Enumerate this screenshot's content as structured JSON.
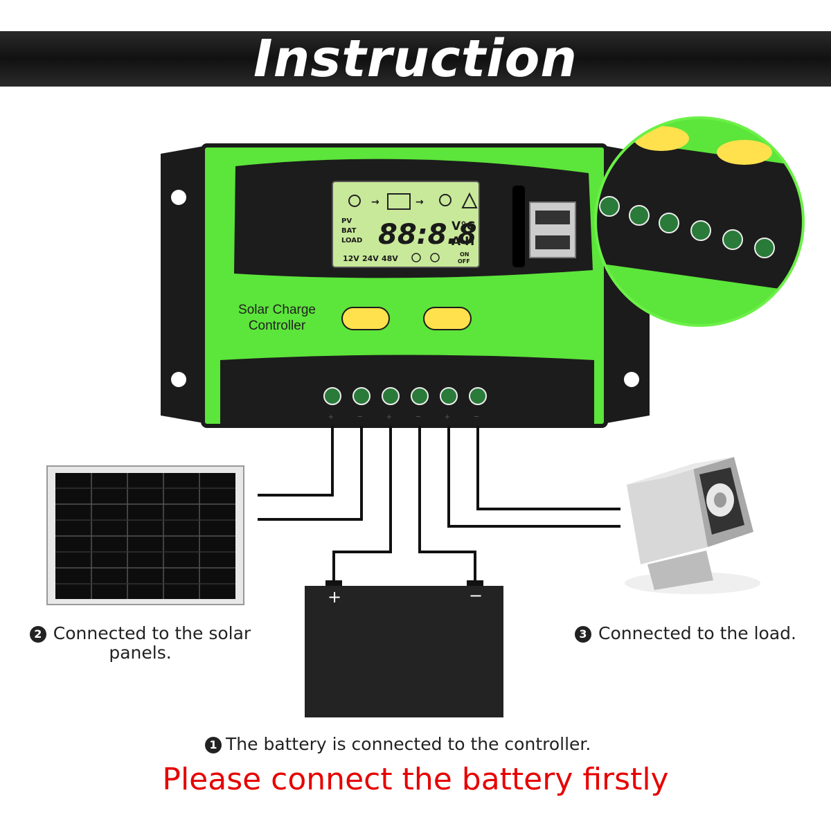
{
  "header": {
    "title": "Instruction"
  },
  "controller": {
    "label_line1": "Solar Charge",
    "label_line2": "Controller",
    "lcd": {
      "row_labels": [
        "PV",
        "BAT",
        "LOAD"
      ],
      "digits": "88:8.8",
      "unit_top": "V°C",
      "unit_bottom": "A H",
      "voltages": [
        "12V",
        "24V",
        "48V"
      ],
      "on_off": [
        "ON",
        "OFF"
      ]
    },
    "terminal_signs": [
      "+",
      "−",
      "+",
      "−",
      "+",
      "−"
    ]
  },
  "battery": {
    "plus": "+",
    "minus": "−"
  },
  "captions": {
    "battery": {
      "number": "1",
      "text": "The battery is connected to the controller."
    },
    "solar": {
      "number": "2",
      "line1": "Connected to the solar",
      "line2": "panels."
    },
    "load": {
      "number": "3",
      "text": "Connected to the load."
    }
  },
  "warning": "Please connect the battery firstly"
}
